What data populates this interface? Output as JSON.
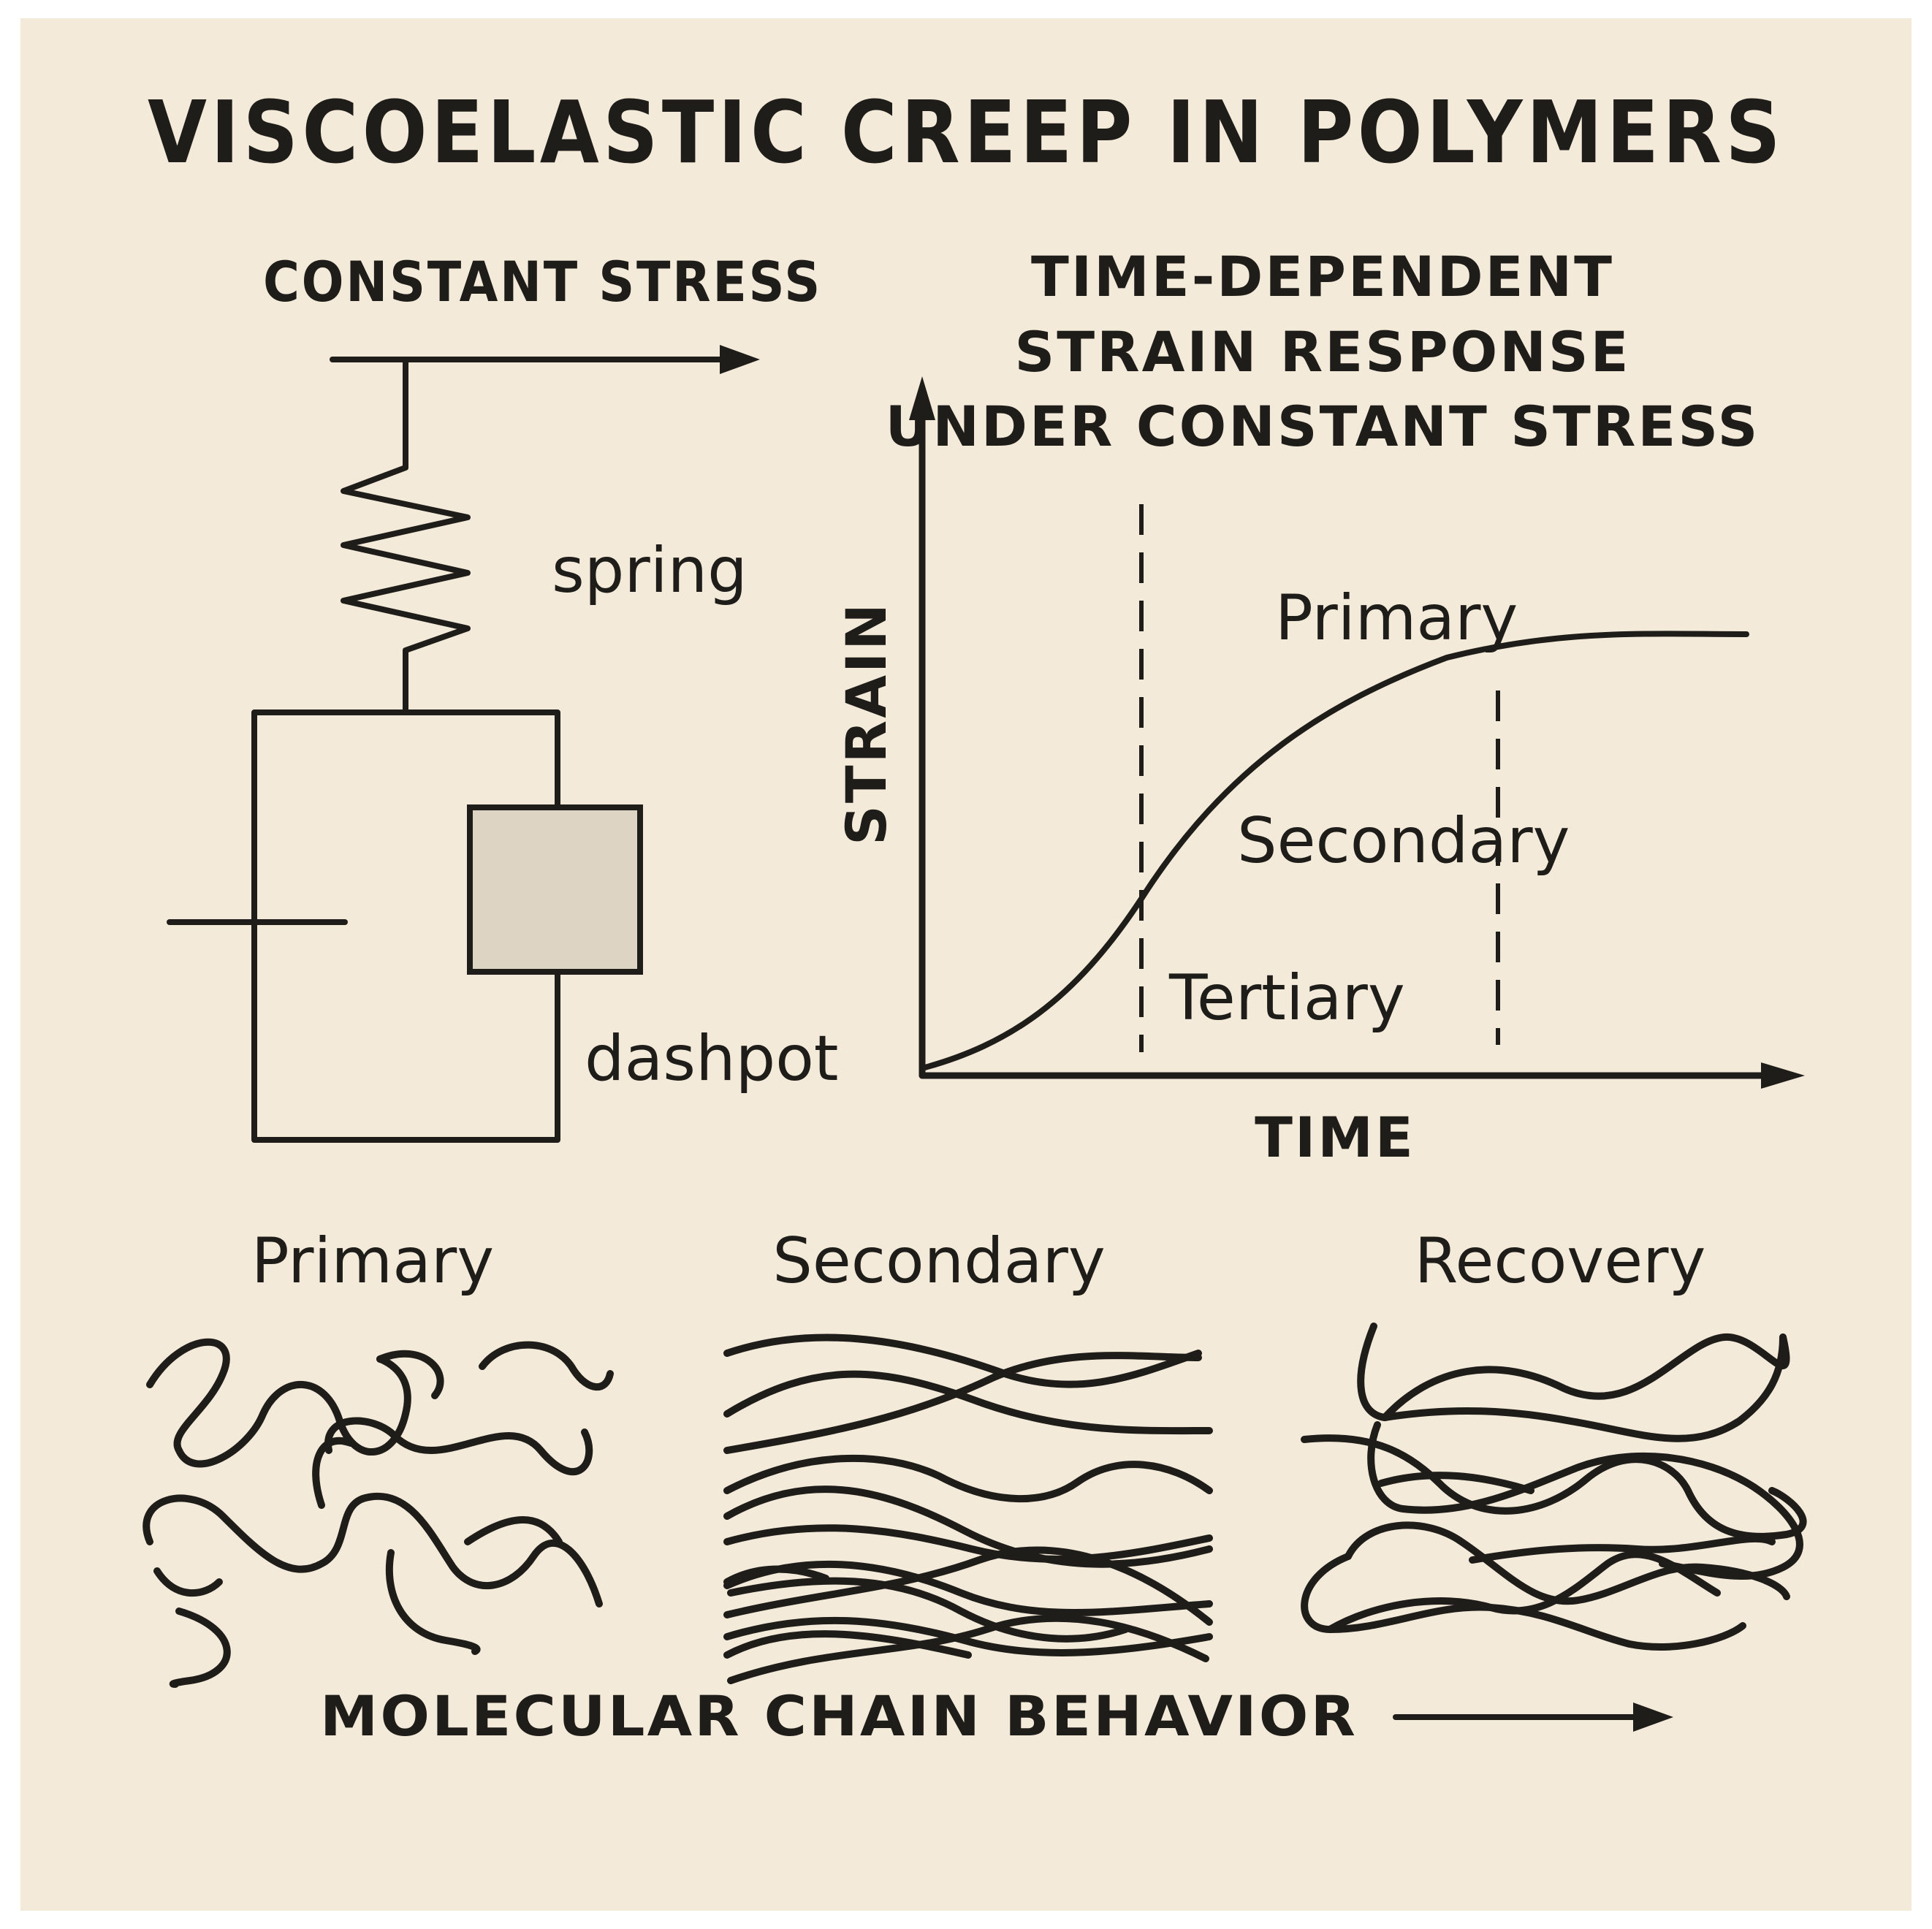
{
  "title": "VISCOELASTIC CREEP IN POLYMERS",
  "model": {
    "stress_label": "CONSTANT STRESS",
    "spring_label": "spring",
    "dashpot_label": "dashpot"
  },
  "graph": {
    "title_lines": [
      "TIME-DEPENDENT",
      "STRAIN RESPONSE",
      "UNDER CONSTANT STRESS"
    ],
    "y_axis_label": "STRAIN",
    "x_axis_label": "TIME",
    "stage_labels": {
      "primary": "Primary",
      "secondary": "Secondary",
      "tertiary": "Tertiary"
    }
  },
  "chains": {
    "panels": [
      "Primary",
      "Secondary",
      "Recovery"
    ],
    "footer": "MOLECULAR CHAIN BEHAVIOR"
  },
  "colors": {
    "background": "#f4ead9",
    "ink": "#1f1d1a",
    "dashpot_fill": "#ddd4c4"
  }
}
